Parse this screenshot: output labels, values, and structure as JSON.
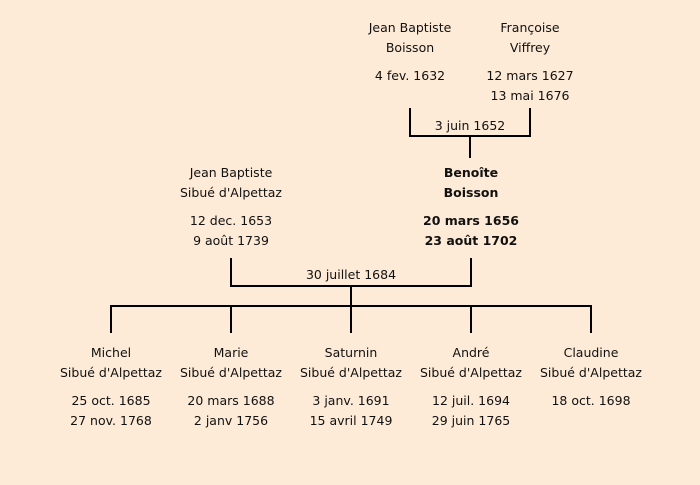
{
  "parents": [
    {
      "first": "Jean Baptiste",
      "last": "Boisson",
      "birth": "4 fev. 1632",
      "death": ""
    },
    {
      "first": "Françoise",
      "last": "Viffrey",
      "birth": "12 mars 1627",
      "death": "13 mai 1676"
    }
  ],
  "parents_marriage": "3 juin 1652",
  "couple": [
    {
      "first": "Jean Baptiste",
      "last": "Sibué d'Alpettaz",
      "birth": "12 dec. 1653",
      "death": "9 août 1739"
    },
    {
      "first": "Benoîte",
      "last": "Boisson",
      "birth": "20 mars 1656",
      "death": "23 août 1702",
      "highlighted": true
    }
  ],
  "couple_marriage": "30 juillet 1684",
  "children": [
    {
      "first": "Michel",
      "last": "Sibué d'Alpettaz",
      "birth": "25 oct. 1685",
      "death": "27 nov. 1768"
    },
    {
      "first": "Marie",
      "last": "Sibué d'Alpettaz",
      "birth": "20 mars 1688",
      "death": "2 janv 1756"
    },
    {
      "first": "Saturnin",
      "last": "Sibué d'Alpettaz",
      "birth": "3 janv. 1691",
      "death": "15 avril 1749"
    },
    {
      "first": "André",
      "last": "Sibué d'Alpettaz",
      "birth": "12 juil. 1694",
      "death": "29 juin 1765"
    },
    {
      "first": "Claudine",
      "last": "Sibué d'Alpettaz",
      "birth": "18 oct. 1698",
      "death": ""
    }
  ]
}
